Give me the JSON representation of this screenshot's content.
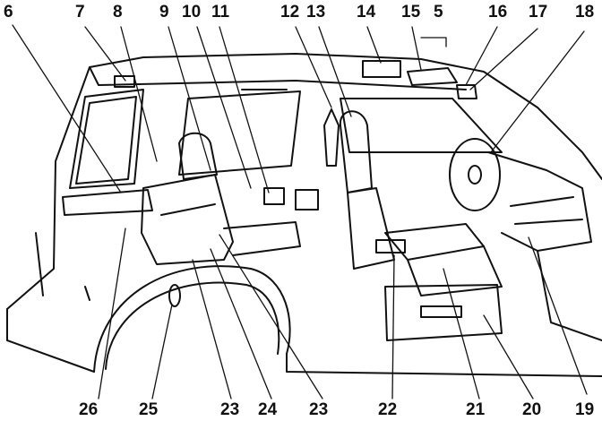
{
  "callouts": {
    "top": [
      "6",
      "7",
      "8",
      "9",
      "10",
      "11",
      "12",
      "13",
      "14",
      "15",
      "5",
      "16",
      "17",
      "18"
    ],
    "bottom": [
      "26",
      "25",
      "23",
      "24",
      "23",
      "22",
      "21",
      "20",
      "19"
    ]
  },
  "colors": {
    "ink": "#111111",
    "paper": "#ffffff"
  }
}
